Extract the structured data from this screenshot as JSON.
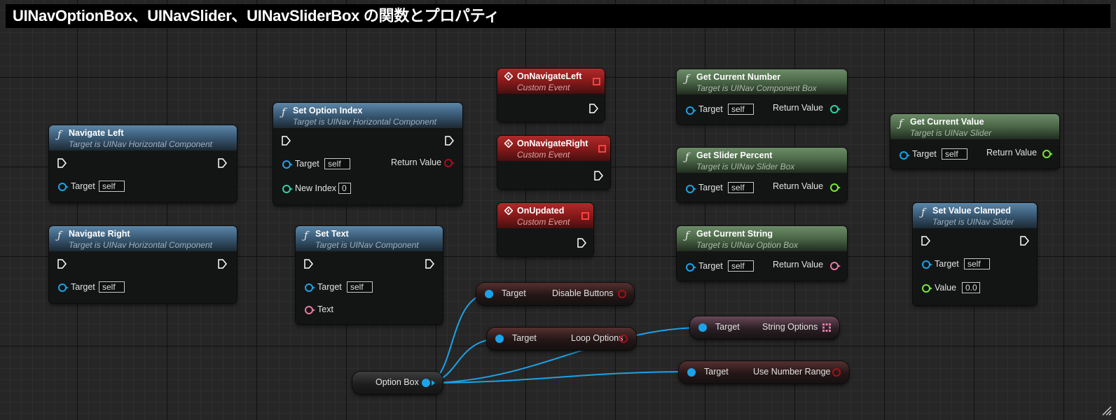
{
  "title": "UINavOptionBox、UINavSlider、UINavSliderBox の関数とプロパティ",
  "colors": {
    "object_pin": "#1aa3e8",
    "bool_pin": "#a3101a",
    "int_pin": "#2ad5a8",
    "float_pin": "#7ae83a",
    "string_pin": "#e87aa6",
    "text_pin": "#e87aa6",
    "event_red": "#ff4040"
  },
  "nodes": {
    "navigate_left": {
      "title": "Navigate Left",
      "subtitle": "Target is UINav Horizontal Component",
      "target_label": "Target",
      "target_value": "self"
    },
    "navigate_right": {
      "title": "Navigate Right",
      "subtitle": "Target is UINav Horizontal Component",
      "target_label": "Target",
      "target_value": "self"
    },
    "set_option_index": {
      "title": "Set Option Index",
      "subtitle": "Target is UINav Horizontal Component",
      "target_label": "Target",
      "target_value": "self",
      "return_label": "Return Value",
      "index_label": "New Index",
      "index_value": "0"
    },
    "set_text": {
      "title": "Set Text",
      "subtitle": "Target is UINav Component",
      "target_label": "Target",
      "target_value": "self",
      "text_label": "Text"
    },
    "on_navigate_left": {
      "title": "OnNavigateLeft",
      "subtitle": "Custom Event"
    },
    "on_navigate_right": {
      "title": "OnNavigateRight",
      "subtitle": "Custom Event"
    },
    "on_updated": {
      "title": "OnUpdated",
      "subtitle": "Custom Event"
    },
    "get_current_number": {
      "title": "Get Current Number",
      "subtitle": "Target is UINav Component Box",
      "target_label": "Target",
      "target_value": "self",
      "return_label": "Return Value"
    },
    "get_slider_percent": {
      "title": "Get Slider Percent",
      "subtitle": "Target is UINav Slider Box",
      "target_label": "Target",
      "target_value": "self",
      "return_label": "Return Value"
    },
    "get_current_string": {
      "title": "Get Current String",
      "subtitle": "Target is UINav Option Box",
      "target_label": "Target",
      "target_value": "self",
      "return_label": "Return Value"
    },
    "get_current_value": {
      "title": "Get Current Value",
      "subtitle": "Target is UINav Slider",
      "target_label": "Target",
      "target_value": "self",
      "return_label": "Return Value"
    },
    "set_value_clamped": {
      "title": "Set Value Clamped",
      "subtitle": "Target is UINav Slider",
      "target_label": "Target",
      "target_value": "self",
      "value_label": "Value",
      "value_value": "0.0"
    }
  },
  "getters": {
    "disable_buttons": {
      "target_label": "Target",
      "prop_label": "Disable Buttons"
    },
    "loop_options": {
      "target_label": "Target",
      "prop_label": "Loop Options"
    },
    "string_options": {
      "target_label": "Target",
      "prop_label": "String Options"
    },
    "use_number_range": {
      "target_label": "Target",
      "prop_label": "Use Number Range"
    },
    "option_box": {
      "label": "Option Box"
    }
  }
}
